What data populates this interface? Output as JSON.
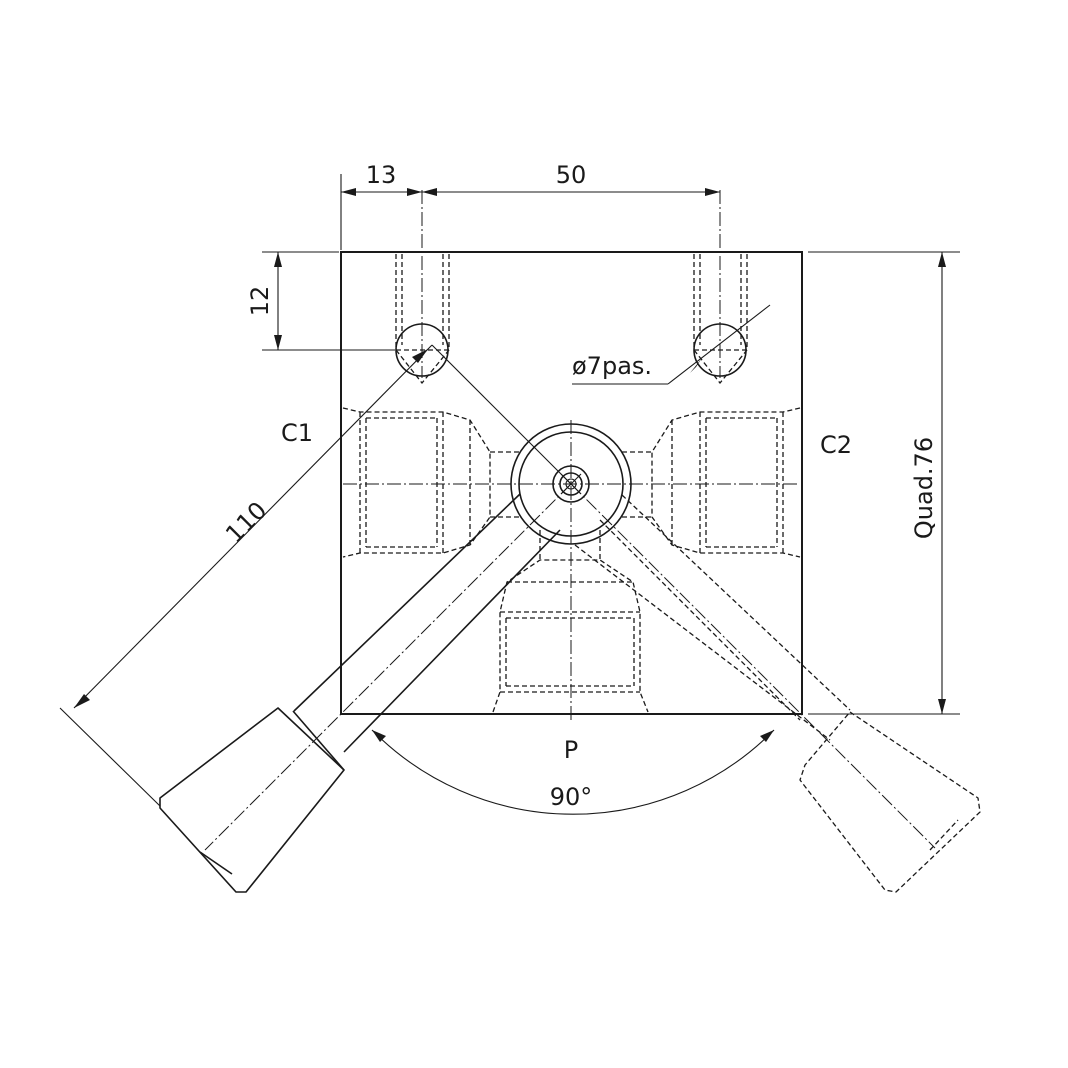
{
  "dimensions": {
    "hole_offset": "13",
    "hole_spacing": "50",
    "hole_depth": "12",
    "hole_diameter": "ø7pas.",
    "lever_length": "110",
    "block_size": "Quad.76",
    "lever_angle": "90°"
  },
  "ports": {
    "c1": "C1",
    "c2": "C2",
    "p": "P"
  }
}
